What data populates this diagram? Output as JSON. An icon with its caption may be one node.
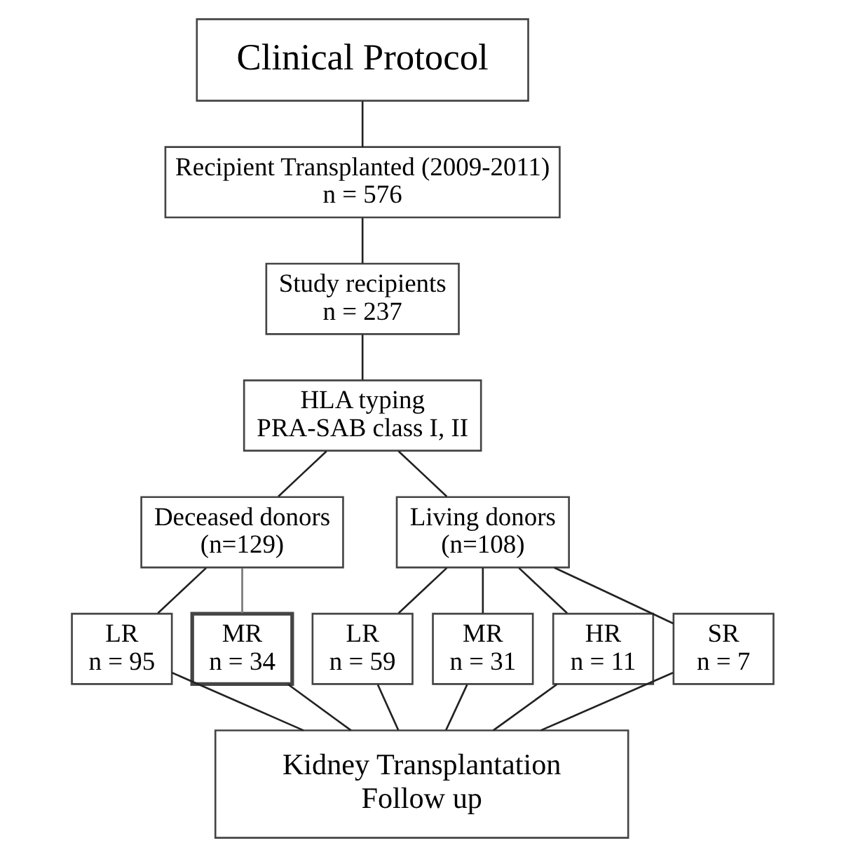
{
  "diagram": {
    "nodes": [
      {
        "text": [
          "Clinical Protocol"
        ]
      },
      {
        "text": [
          "Recipient Transplanted (2009-2011)",
          "n = 576"
        ]
      },
      {
        "text": [
          "Study recipients",
          "n = 237"
        ]
      },
      {
        "text": [
          "HLA typing",
          "PRA-SAB class I, II"
        ]
      },
      {
        "text": [
          "Deceased donors",
          "(n=129)"
        ]
      },
      {
        "text": [
          "Living donors",
          "(n=108)"
        ]
      },
      {
        "text": [
          "LR",
          "n = 95"
        ]
      },
      {
        "text": [
          "MR",
          "n = 34"
        ]
      },
      {
        "text": [
          "LR",
          "n = 59"
        ]
      },
      {
        "text": [
          "MR",
          "n = 31"
        ]
      },
      {
        "text": [
          "HR",
          "n = 11"
        ]
      },
      {
        "text": [
          "SR",
          "n = 7"
        ]
      },
      {
        "text": [
          "Kidney Transplantation",
          "Follow up"
        ]
      }
    ],
    "edges": [
      {
        "from": 0,
        "to": 1,
        "arrow": "none"
      },
      {
        "from": 1,
        "to": 2,
        "arrow": "none"
      },
      {
        "from": 2,
        "to": 3,
        "arrow": "none"
      },
      {
        "from": 3,
        "to": 4,
        "arrow": "none"
      },
      {
        "from": 3,
        "to": 5,
        "arrow": "none"
      },
      {
        "from": 4,
        "to": 6,
        "arrow": "none"
      },
      {
        "from": 4,
        "to": 7,
        "arrow": "none",
        "color": "#777777"
      },
      {
        "from": 5,
        "to": 8,
        "arrow": "none"
      },
      {
        "from": 5,
        "to": 9,
        "arrow": "none"
      },
      {
        "from": 5,
        "to": 10,
        "arrow": "none"
      },
      {
        "from": 5,
        "to": 11,
        "arrow": "none"
      },
      {
        "from": 6,
        "to": 12,
        "arrow": "none"
      },
      {
        "from": 7,
        "to": 12,
        "arrow": "none"
      },
      {
        "from": 8,
        "to": 12,
        "arrow": "none"
      },
      {
        "from": 9,
        "to": 12,
        "arrow": "none"
      },
      {
        "from": 10,
        "to": 12,
        "arrow": "none"
      },
      {
        "from": 11,
        "to": 12,
        "arrow": "none"
      }
    ]
  }
}
